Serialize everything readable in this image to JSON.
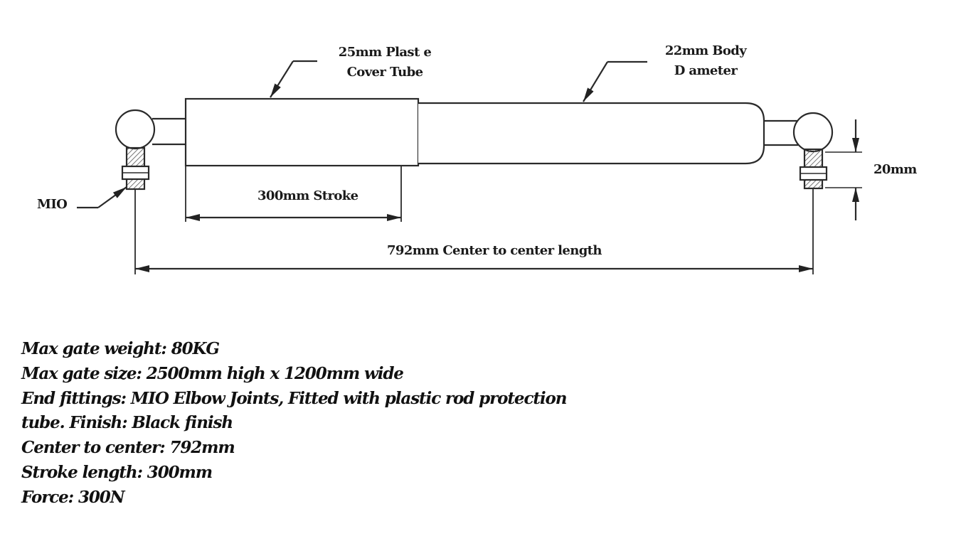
{
  "diagram": {
    "labels": {
      "cover_tube": [
        "25mm Plast e",
        "Cover Tube"
      ],
      "body_diameter": [
        "22mm Body",
        "D ameter"
      ],
      "thread": "MIO",
      "stroke": "300mm Stroke",
      "center_length": "792mm Center to center length",
      "end_height": "20mm"
    },
    "colors": {
      "line": "#2a2a2a",
      "hatch": "#555555",
      "text": "#1a1a1a"
    }
  },
  "specs": [
    "Max gate weight: 80KG",
    "Max gate size: 2500mm high x 1200mm wide",
    "End fittings: MIO Elbow Joints, Fitted with plastic rod protection",
    "tube. Finish: Black finish",
    "Center to center: 792mm",
    "Stroke length: 300mm",
    "Force: 300N"
  ]
}
